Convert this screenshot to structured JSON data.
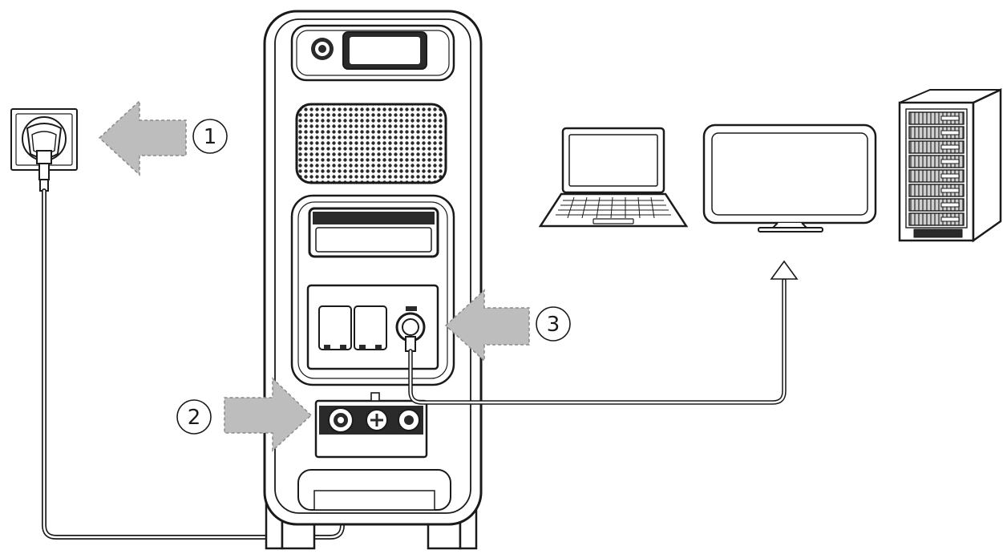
{
  "steps": [
    {
      "number": "1"
    },
    {
      "number": "2"
    },
    {
      "number": "3"
    }
  ],
  "colors": {
    "line": "#1a1a1a",
    "arrow_fill": "#bdbdbd",
    "arrow_edge": "#8a8a8a",
    "panel_fill": "#ffffff",
    "dark_slot": "#2a2a2a"
  },
  "icons": [
    "wall-socket-icon",
    "power-station",
    "laptop-icon",
    "monitor-icon",
    "server-rack-icon"
  ]
}
